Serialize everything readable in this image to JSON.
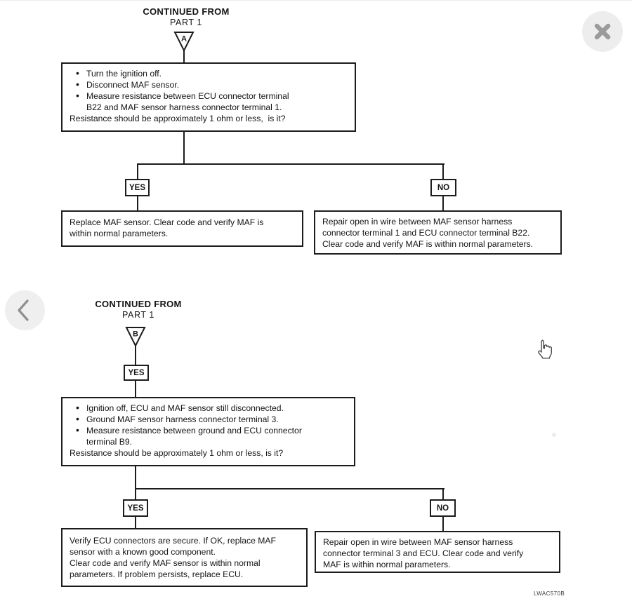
{
  "viewer": {
    "close_icon": "close-x",
    "prev_icon": "chevron-left",
    "cursor_icon": "hand-pointer",
    "figure_code": "LWAC570B",
    "colors": {
      "button_bg": "#ededed",
      "button_glyph": "#9b9b9b",
      "line": "#1c1c1c"
    }
  },
  "section1": {
    "header_line1": "CONTINUED FROM",
    "header_line2": "PART 1",
    "connector_letter": "A",
    "step_box": {
      "bullets": [
        "Turn the ignition off.",
        "Disconnect MAF sensor.",
        "Measure resistance between ECU connector terminal\nB22 and MAF sensor harness connector terminal 1."
      ],
      "question": "Resistance should be approximately 1 ohm or less,  is it?"
    },
    "yes_label": "YES",
    "no_label": "NO",
    "yes_result": "Replace MAF sensor. Clear code and verify MAF is\nwithin normal parameters.",
    "no_result": "Repair open in wire between MAF sensor harness\nconnector terminal 1 and ECU connector terminal B22.\nClear code and verify MAF is within normal parameters."
  },
  "section2": {
    "header_line1": "CONTINUED FROM",
    "header_line2": "PART 1",
    "connector_letter": "B",
    "entry_label": "YES",
    "step_box": {
      "bullets": [
        "Ignition off, ECU and MAF sensor still disconnected.",
        "Ground MAF sensor harness connector terminal 3.",
        "Measure resistance between ground and ECU connector\nterminal B9."
      ],
      "question": "Resistance should be approximately 1 ohm or less, is it?"
    },
    "yes_label": "YES",
    "no_label": "NO",
    "yes_result": "Verify ECU connectors are secure. If OK, replace MAF\nsensor with a known good component.\nClear code and verify MAF sensor is within normal\nparameters. If problem persists, replace ECU.",
    "no_result": "Repair open in wire between MAF sensor harness\nconnector terminal 3 and ECU. Clear code and verify\nMAF is within normal parameters."
  }
}
